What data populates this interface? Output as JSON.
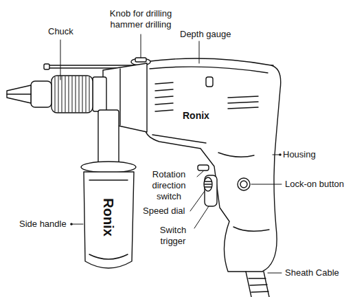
{
  "diagram": {
    "labels": [
      "Chuck",
      "Knob for drilling hammer drilling",
      "Depth gauge",
      "Ronix",
      "Housing",
      "Rotation direction switch",
      "Lock-on button",
      "Side handle",
      "Ronix",
      "Speed dial",
      "Switch trigger",
      "Sheath Cable"
    ]
  }
}
